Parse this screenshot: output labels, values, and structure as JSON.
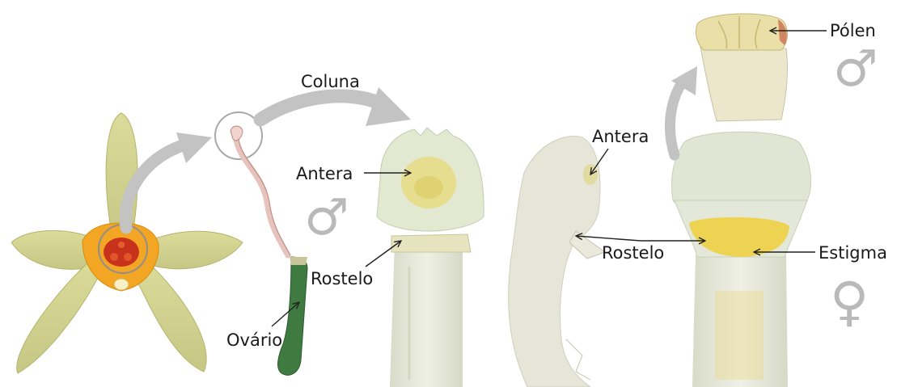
{
  "labels": {
    "coluna": "Coluna",
    "antera_front": "Antera",
    "rostelo_front": "Rostelo",
    "ovario": "Ovário",
    "antera_side": "Antera",
    "rostelo_side": "Rostelo",
    "polen": "Pólen",
    "estigma": "Estigma"
  },
  "symbols": {
    "male_front": "♂",
    "male_top": "♂",
    "female": "♀"
  },
  "colors": {
    "petal": "#d2d28e",
    "lip": "#f2a623",
    "lip_center": "#c8321c",
    "column": "#e4e6d6",
    "ovary": "#3f7a40",
    "stalk": "#e7c3bd",
    "arrow_gray": "#c3c3c3",
    "symbol_gray": "#b9b9b9",
    "anther_yellow": "#e8d97a",
    "stigma_yellow": "#f0cf3c"
  }
}
